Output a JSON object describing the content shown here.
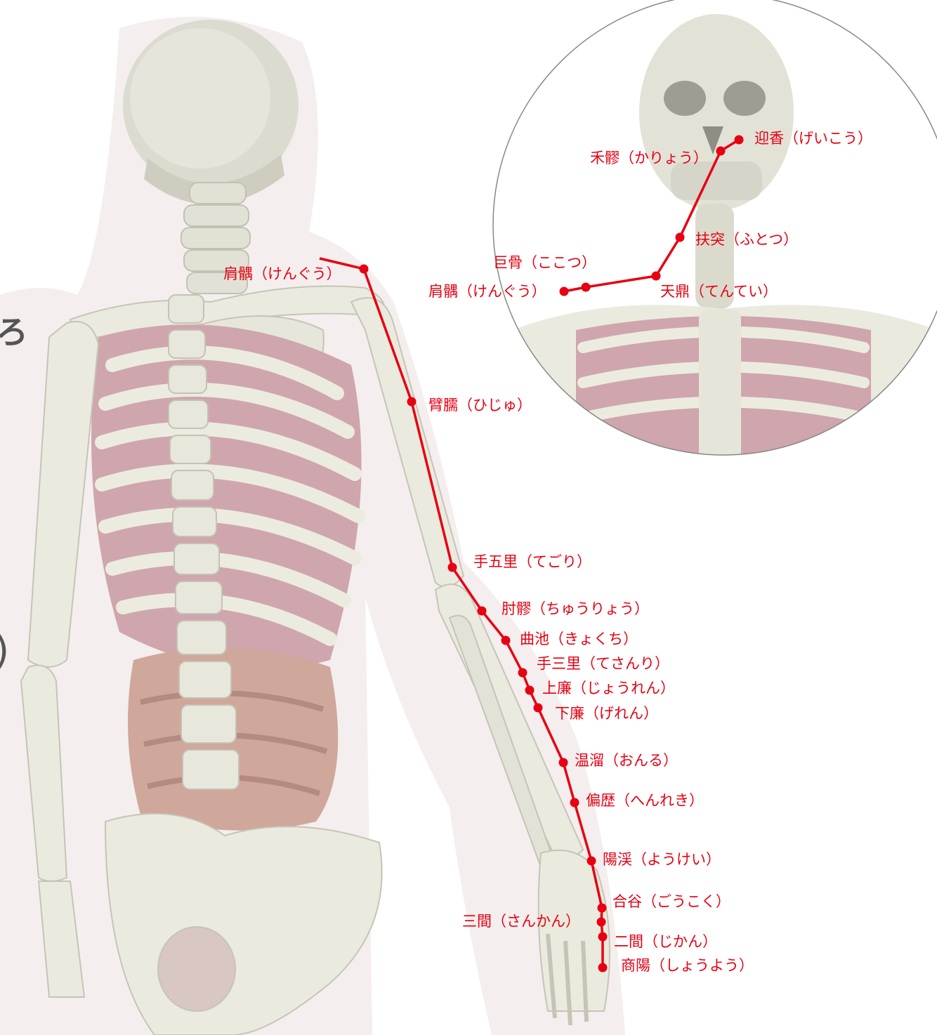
{
  "colors": {
    "meridian": "#e60012",
    "bone": "#e9e8dc",
    "bone_shadow": "#c9c7b8",
    "halo": "#f4eeee",
    "rib_gap": "#cfa6ad",
    "organ": "#d2a3a0",
    "cartilage": "#d8e8f1",
    "circle_border": "#888888"
  },
  "edge_text": {
    "top": "ろ",
    "bottom": ")"
  },
  "arm_points": [
    {
      "name": "肩髃（けんぐう）"
    },
    {
      "name": "臂臑（ひじゅ）"
    },
    {
      "name": "手五里（てごり）"
    },
    {
      "name": "肘髎（ちゅうりょう）"
    },
    {
      "name": "曲池（きょくち）"
    },
    {
      "name": "手三里（てさんり）"
    },
    {
      "name": "上廉（じょうれん）"
    },
    {
      "name": "下廉（げれん）"
    },
    {
      "name": "温溜（おんる）"
    },
    {
      "name": "偏歴（へんれき）"
    },
    {
      "name": "陽渓（ようけい）"
    },
    {
      "name": "合谷（ごうこく）"
    },
    {
      "name": "三間（さんかん）"
    },
    {
      "name": "二間（じかん）"
    },
    {
      "name": "商陽（しょうよう）"
    }
  ],
  "inset_points": [
    {
      "name": "迎香（げいこう）"
    },
    {
      "name": "禾髎（かりょう）"
    },
    {
      "name": "扶突（ふとつ）"
    },
    {
      "name": "天鼎（てんてい）"
    },
    {
      "name": "巨骨（ここつ）"
    },
    {
      "name": "肩髃（けんぐう）"
    }
  ]
}
